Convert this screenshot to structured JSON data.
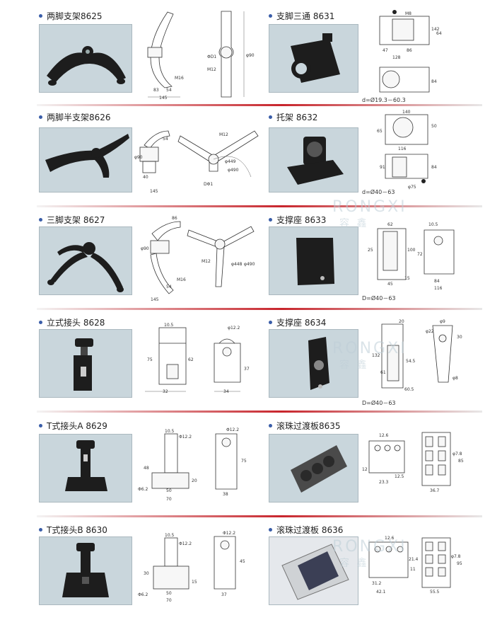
{
  "colors": {
    "bullet": "#3a5da8",
    "separator": "#c8252c",
    "photo_bg": "#c9d6dc",
    "part": "#1d1d1d"
  },
  "sections": [
    {
      "title": "两脚支架8625",
      "dims": {
        "a": "145",
        "b": "83",
        "c": "54",
        "d": "M16",
        "e": "ΦD1",
        "f": "M12",
        "g": "φ90"
      }
    },
    {
      "title": "两脚半支架8626",
      "dims": {
        "a": "145",
        "b": "40",
        "c": "φ90",
        "d": "54",
        "e": "M12",
        "f": "φ449",
        "g": "φ490",
        "h": "DΦ1",
        "i": "M12"
      }
    },
    {
      "title": "三脚支架 8627",
      "dims": {
        "a": "86",
        "b": "φ90",
        "c": "145",
        "d": "54",
        "e": "M16",
        "f": "M12",
        "g": "φ448",
        "h": "φ490"
      }
    },
    {
      "title": "立式接头 8628",
      "dims": {
        "a": "10.5",
        "b": "φ12.2",
        "c": "75",
        "d": "62",
        "e": "37",
        "f": "32",
        "g": "34"
      }
    },
    {
      "title": "T式接头A 8629",
      "dims": {
        "a": "10.5",
        "b": "Φ12.2",
        "c": "Φ12.2",
        "d": "48",
        "e": "20",
        "f": "75",
        "g": "50",
        "h": "70",
        "i": "Φ6.2",
        "j": "38"
      }
    },
    {
      "title": "T式接头B 8630",
      "dims": {
        "a": "10.5",
        "b": "Φ12.2",
        "c": "Φ12.2",
        "d": "30",
        "e": "45",
        "f": "15",
        "g": "50",
        "h": "70",
        "i": "Φ6.2",
        "j": "37"
      }
    },
    {
      "title": "支脚三通 8631",
      "caption": "d=Ø19.3－60.3",
      "dims": {
        "a": "M8",
        "b": "142",
        "c": "64",
        "d": "47",
        "e": "128",
        "f": "86",
        "g": "84"
      }
    },
    {
      "title": "托架 8632",
      "caption": "d=Ø40－63",
      "dims": {
        "a": "140",
        "b": "65",
        "c": "116",
        "d": "50",
        "e": "91",
        "f": "84",
        "g": "φ75"
      }
    },
    {
      "title": "支撑座 8633",
      "caption": "D=Ø40－63",
      "dims": {
        "a": "62",
        "b": "10.5",
        "c": "25",
        "d": "100",
        "e": "15",
        "f": "45",
        "g": "84",
        "h": "116",
        "i": "72"
      }
    },
    {
      "title": "支撑座 8634",
      "caption": "D=Ø40－63",
      "dims": {
        "a": "20",
        "b": "φ9",
        "c": "φ22",
        "d": "30",
        "e": "132",
        "f": "61",
        "g": "60.5",
        "h": "54.5",
        "i": "φ8"
      }
    },
    {
      "title": "滚珠过渡板8635",
      "dims": {
        "a": "12.6",
        "b": "12",
        "c": "12.5",
        "d": "23.3",
        "e": "φ7.8",
        "f": "85",
        "g": "36.7"
      }
    },
    {
      "title": "滚珠过渡板 8636",
      "dims": {
        "a": "12.6",
        "b": "21.4",
        "c": "11",
        "d": "31.2",
        "e": "42.1",
        "f": "95",
        "g": "55.5",
        "h": "φ7.8"
      }
    }
  ],
  "watermark": {
    "latin": "RONGXI",
    "chinese": "容 鑫"
  }
}
